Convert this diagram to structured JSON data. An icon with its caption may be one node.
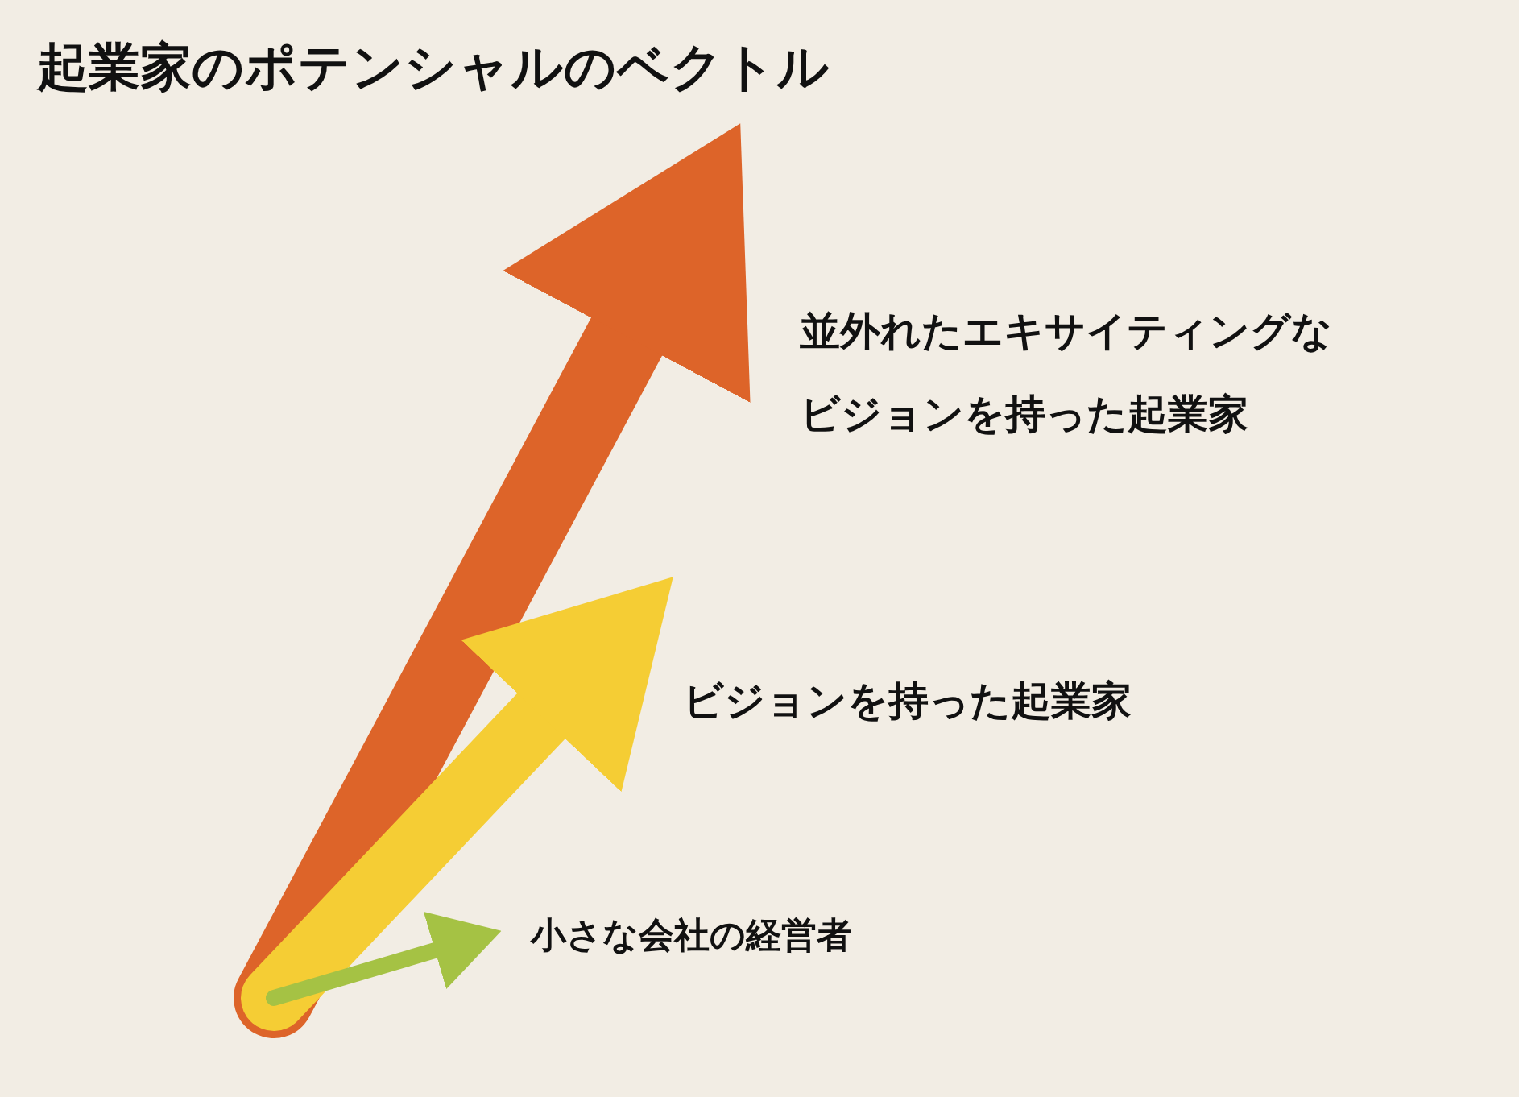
{
  "diagram": {
    "title": "起業家のポテンシャルのベクトル",
    "labels": [
      "並外れたエキサイティングなビジョンを持った起業家",
      "ビジョンを持った起業家",
      "小さな会社の経営者"
    ]
  }
}
